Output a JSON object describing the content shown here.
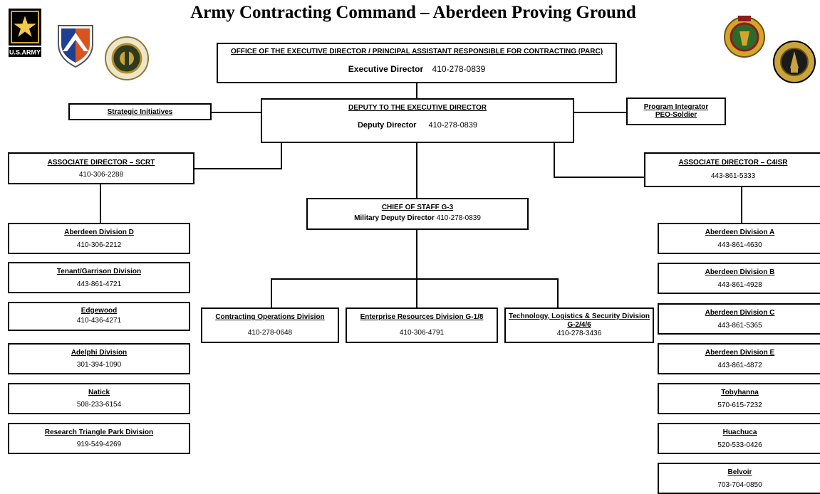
{
  "title": "Army Contracting Command – Aberdeen Proving Ground",
  "logos": {
    "army": "U.S.ARMY",
    "left_shield": "shield-icon",
    "left_seal": "seal-icon",
    "right_seal_1": "seal-icon",
    "right_seal_2": "seal-icon"
  },
  "parc": {
    "heading": "OFFICE OF THE  EXECUTIVE DIRECTOR / PRINCIPAL ASSISTANT RESPONSIBLE FOR CONTRACTING (PARC)",
    "label": "Executive Director",
    "phone": "410-278-0839"
  },
  "deputy": {
    "heading": "DEPUTY TO THE EXECUTIVE DIRECTOR",
    "label": "Deputy Director",
    "phone": "410-278-0839"
  },
  "strategic": {
    "heading": "Strategic Initiatives"
  },
  "program": {
    "line1": "Program Integrator",
    "line2": "PEO-Soldier"
  },
  "assoc_scrt": {
    "heading": "ASSOCIATE DIRECTOR – SCRT",
    "phone": "410-306-2288"
  },
  "assoc_c4isr": {
    "heading": "ASSOCIATE DIRECTOR – C4ISR",
    "phone": "443-861-5333"
  },
  "chief": {
    "heading": "CHIEF OF STAFF G-3",
    "label": "Military Deputy Director",
    "phone": "410-278-0839"
  },
  "center": [
    {
      "name": "Contracting Operations Division",
      "phone": "410-278-0648"
    },
    {
      "name": "Enterprise Resources Division G-1/8",
      "phone": "410-306-4791"
    },
    {
      "name": "Technology, Logistics & Security Division G-2/4/6",
      "phone": "410-278-3436"
    }
  ],
  "left": [
    {
      "name": "Aberdeen Division D",
      "phone": "410-306-2212"
    },
    {
      "name": "Tenant/Garrison Division",
      "phone": "443-861-4721"
    },
    {
      "name": "Edgewood",
      "phone": "410-436-4271"
    },
    {
      "name": "Adelphi Division",
      "phone": "301-394-1090"
    },
    {
      "name": "Natick",
      "phone": "508-233-6154"
    },
    {
      "name": "Research Triangle Park Division",
      "phone": "919-549-4269"
    }
  ],
  "right": [
    {
      "name": "Aberdeen Division A",
      "phone": "443-861-4630"
    },
    {
      "name": "Aberdeen Division B",
      "phone": "443-861-4928"
    },
    {
      "name": "Aberdeen Division C",
      "phone": "443-861-5365"
    },
    {
      "name": "Aberdeen Division E",
      "phone": "443-861-4872"
    },
    {
      "name": "Tobyhanna",
      "phone": "570-615-7232"
    },
    {
      "name": "Huachuca",
      "phone": "520-533-0426"
    },
    {
      "name": "Belvoir",
      "phone": "703-704-0850"
    }
  ]
}
